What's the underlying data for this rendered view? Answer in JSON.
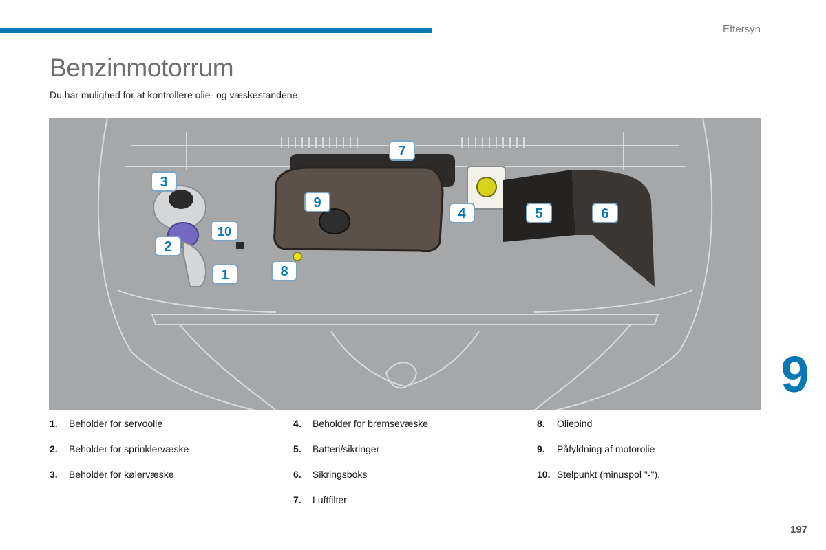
{
  "header": {
    "section": "Eftersyn"
  },
  "title": "Benzinmotorrum",
  "intro": "Du har mulighed for at kontrollere olie- og væskestandene.",
  "chapter": "9",
  "page_number": "197",
  "colors": {
    "accent": "#0a78b4",
    "figure_bg": "#a5a7a8",
    "callout_text": "#0a78b4"
  },
  "figure": {
    "markers": [
      {
        "label": "1",
        "meaning": "Beholder for servoolie"
      },
      {
        "label": "2",
        "meaning": "Beholder for sprinklervæske"
      },
      {
        "label": "3",
        "meaning": "Beholder for kølervæske"
      },
      {
        "label": "4",
        "meaning": "Beholder for bremsevæske"
      },
      {
        "label": "5",
        "meaning": "Batteri/sikringer"
      },
      {
        "label": "6",
        "meaning": "Sikringsboks"
      },
      {
        "label": "7",
        "meaning": "Luftfilter"
      },
      {
        "label": "8",
        "meaning": "Oliepind"
      },
      {
        "label": "9",
        "meaning": "Påfyldning af motorolie"
      },
      {
        "label": "10",
        "meaning": "Stelpunkt (minuspol \"-\")."
      }
    ]
  },
  "legend": {
    "col1": [
      {
        "num": "1.",
        "text": "Beholder for servoolie"
      },
      {
        "num": "2.",
        "text": "Beholder for sprinklervæske"
      },
      {
        "num": "3.",
        "text": "Beholder for kølervæske"
      }
    ],
    "col2": [
      {
        "num": "4.",
        "text": "Beholder for bremsevæske"
      },
      {
        "num": "5.",
        "text": "Batteri/sikringer"
      },
      {
        "num": "6.",
        "text": "Sikringsboks"
      },
      {
        "num": "7.",
        "text": "Luftfilter"
      }
    ],
    "col3": [
      {
        "num": "8.",
        "text": "Oliepind"
      },
      {
        "num": "9.",
        "text": "Påfyldning af motorolie"
      },
      {
        "num": "10.",
        "text": "Stelpunkt (minuspol \"-\")."
      }
    ]
  }
}
